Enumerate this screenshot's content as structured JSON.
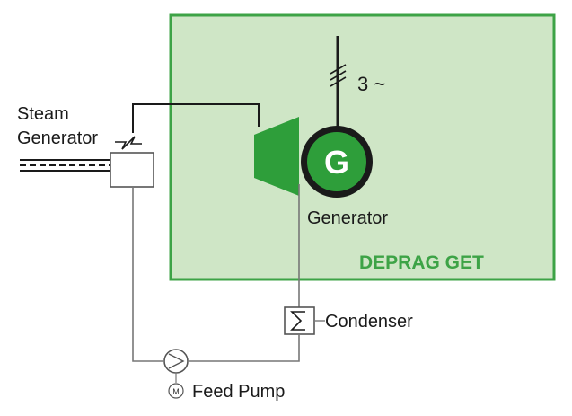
{
  "labels": {
    "steam_generator_line1": "Steam",
    "steam_generator_line2": "Generator",
    "phase": "3 ~",
    "generator_symbol": "G",
    "generator": "Generator",
    "brand": "DEPRAG GET",
    "condenser": "Condenser",
    "feed_pump": "Feed Pump",
    "motor_symbol": "M"
  },
  "colors": {
    "panel_fill": "#cfe6c6",
    "panel_border": "#3da346",
    "turbine_green": "#2e9e3a",
    "brand_text": "#3da346",
    "line": "#1a1a1a",
    "pipe_grey": "#8a8a8a"
  }
}
